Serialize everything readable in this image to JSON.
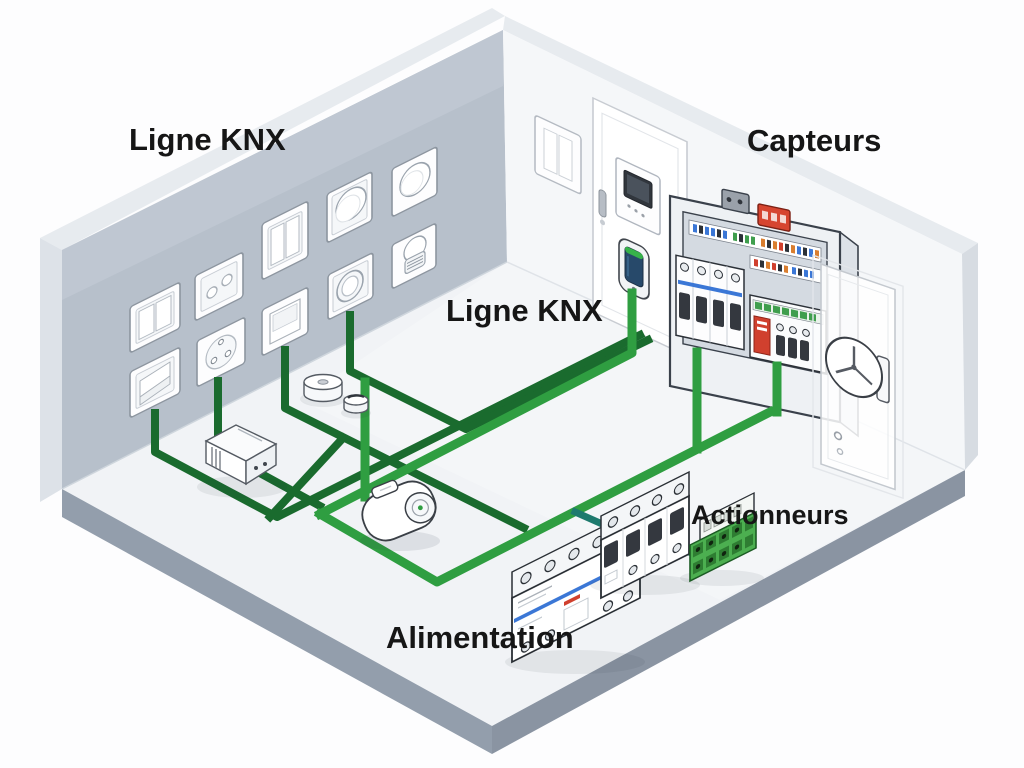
{
  "labels": {
    "ligne_knx_wall": "Ligne KNX",
    "ligne_knx_floor": "Ligne KNX",
    "capteurs": "Capteurs",
    "actionneurs": "Actionneurs",
    "alimentation": "Alimentation"
  },
  "colors": {
    "knx_line_bright": "#2f9e41",
    "knx_line_dark": "#1a6b2e",
    "wire_teal": "#1e7a6e",
    "left_wall": "#b7c0cb",
    "right_wall": "#f5f7f9",
    "floor": "#f1f3f6",
    "slab_edge_left": "#939eac",
    "slab_edge_right": "#8a94a2",
    "accent_red": "#d0402e",
    "accent_blue": "#3b77d6"
  }
}
